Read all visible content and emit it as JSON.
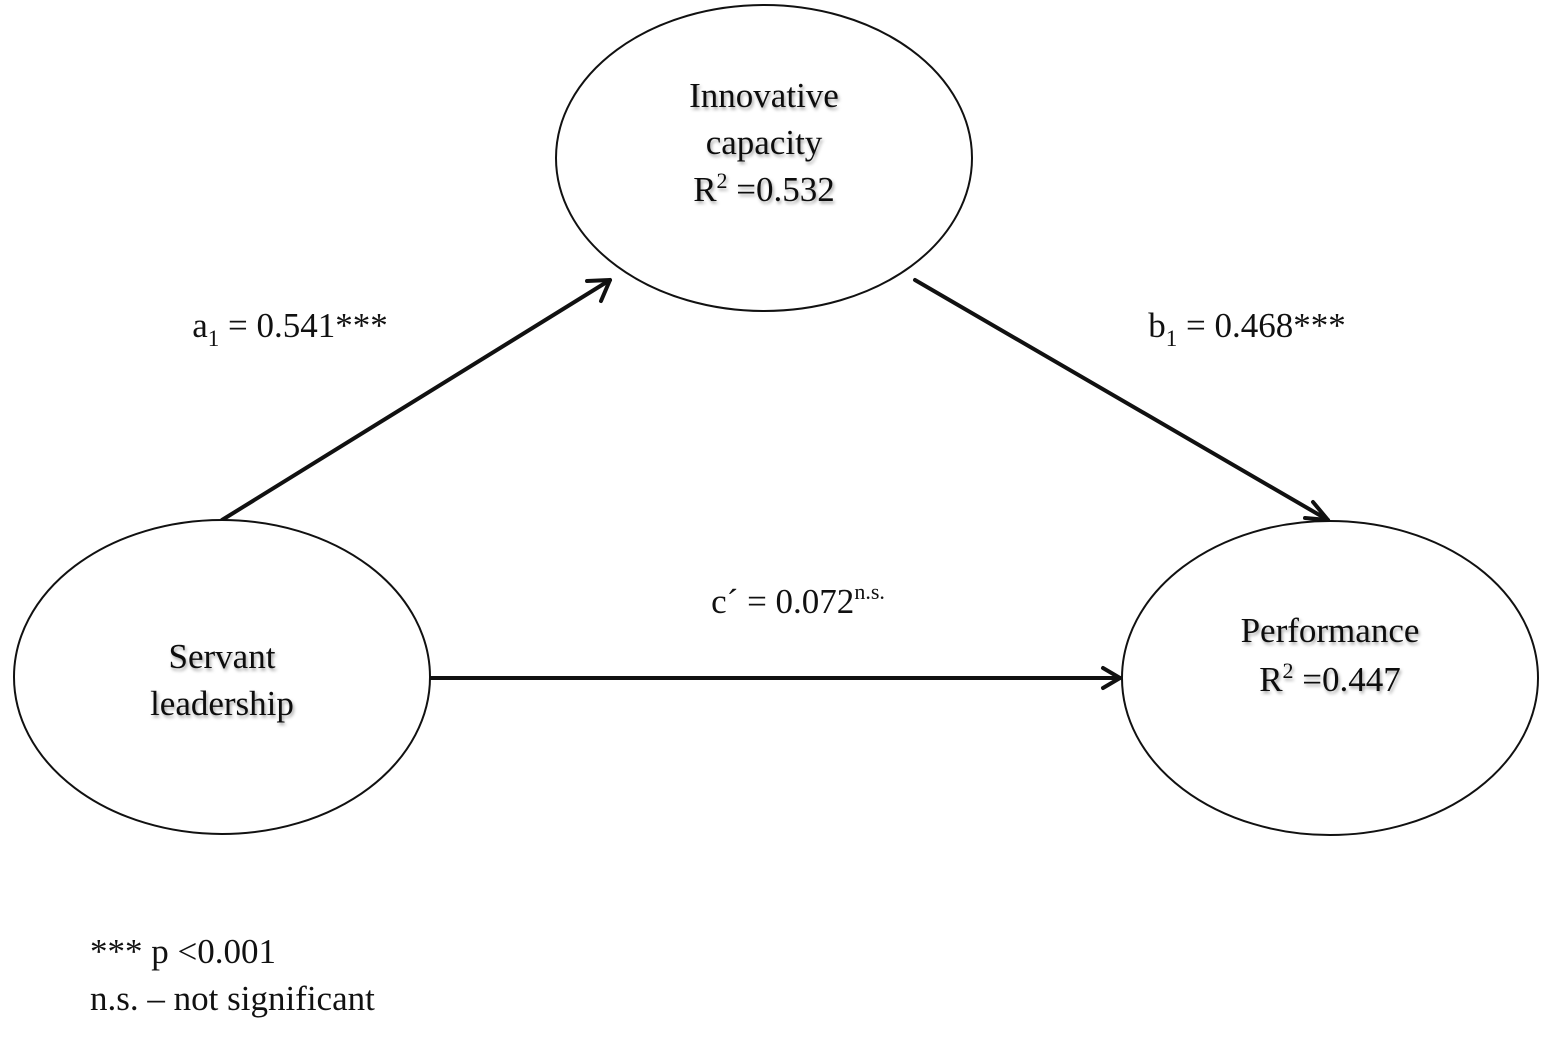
{
  "nodes": {
    "innovative_capacity": {
      "line1": "Innovative",
      "line2": "capacity",
      "r2_prefix": "R",
      "r2_exp": "2",
      "r2_value": " =0.532"
    },
    "servant_leadership": {
      "line1": "Servant",
      "line2": "leadership"
    },
    "performance": {
      "line1": "Performance",
      "r2_prefix": "R",
      "r2_exp": "2",
      "r2_value": " =0.447"
    }
  },
  "edges": {
    "a1": {
      "symbol": "a",
      "subscript": "1",
      "value": " = 0.541***"
    },
    "b1": {
      "symbol": "b",
      "subscript": "1",
      "value": " = 0.468***"
    },
    "c_prime": {
      "text": "c´ = 0.072",
      "superscript": "n.s."
    }
  },
  "legend": {
    "line1": "*** p <0.001",
    "line2": "n.s. – not significant"
  }
}
